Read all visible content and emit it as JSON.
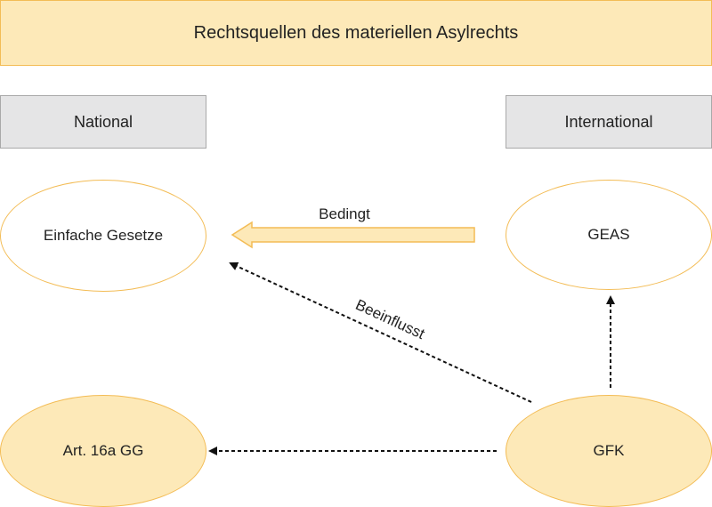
{
  "title": "Rechtsquellen des materiellen Asylrechts",
  "headers": {
    "national": "National",
    "international": "International"
  },
  "nodes": {
    "einfache_gesetze": "Einfache Gesetze",
    "geas": "GEAS",
    "art16a": "Art. 16a GG",
    "gfk": "GFK"
  },
  "edges": {
    "bedingt": "Bedingt",
    "beeinflusst": "Beeinflusst"
  },
  "colors": {
    "accent_fill": "#fde9b8",
    "accent_border": "#f3bc55",
    "header_fill": "#e5e5e6",
    "header_border": "#a9a9a9",
    "arrow": "#111111"
  }
}
